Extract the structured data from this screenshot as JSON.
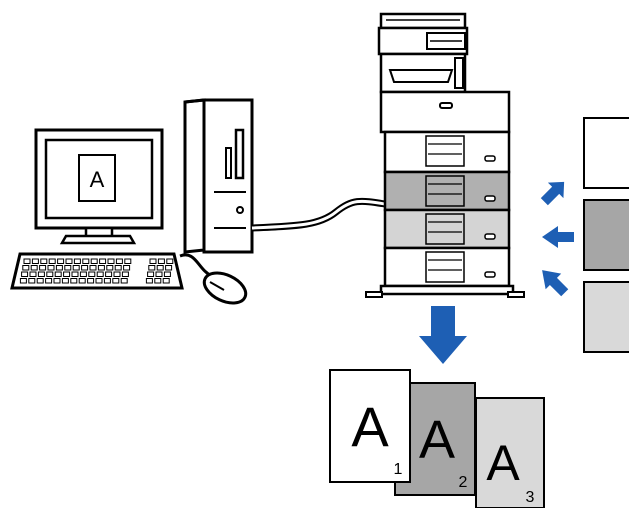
{
  "monitor": {
    "screen_text": "A"
  },
  "output_pages": [
    {
      "letter": "A",
      "number": "1",
      "fill": "#ffffff"
    },
    {
      "letter": "A",
      "number": "2",
      "fill": "#a6a6a6"
    },
    {
      "letter": "A",
      "number": "3",
      "fill": "#d9d9d9"
    }
  ],
  "input_sheets": [
    {
      "fill": "#ffffff"
    },
    {
      "fill": "#a6a6a6"
    },
    {
      "fill": "#d9d9d9"
    }
  ],
  "colors": {
    "arrow": "#1e5fb4",
    "outline": "#000000",
    "dark_tray": "#b0b0b0",
    "light_tray": "#d4d4d4"
  }
}
